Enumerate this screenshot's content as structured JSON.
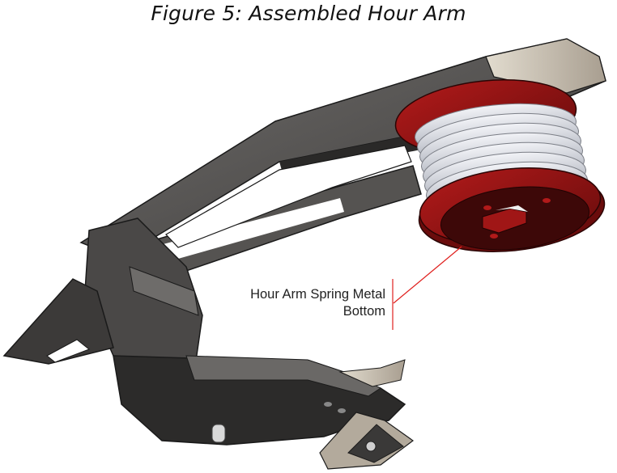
{
  "caption": {
    "text": "Figure 5: Assembled Hour Arm"
  },
  "figure": {
    "description": "CAD rendering of assembled hour arm with spring",
    "colors": {
      "arm_body": "#4a4847",
      "arm_dark": "#262524",
      "arm_light": "#6c6a68",
      "tan_parts": "#cfc6b8",
      "spring_flange": "#8e1414",
      "spring_flange_dark": "#3a0808",
      "spring_coil": "#d8dbe2",
      "callout_line": "#e0201e"
    }
  },
  "callout": {
    "line1": "Hour Arm Spring Metal",
    "line2": "Bottom"
  }
}
